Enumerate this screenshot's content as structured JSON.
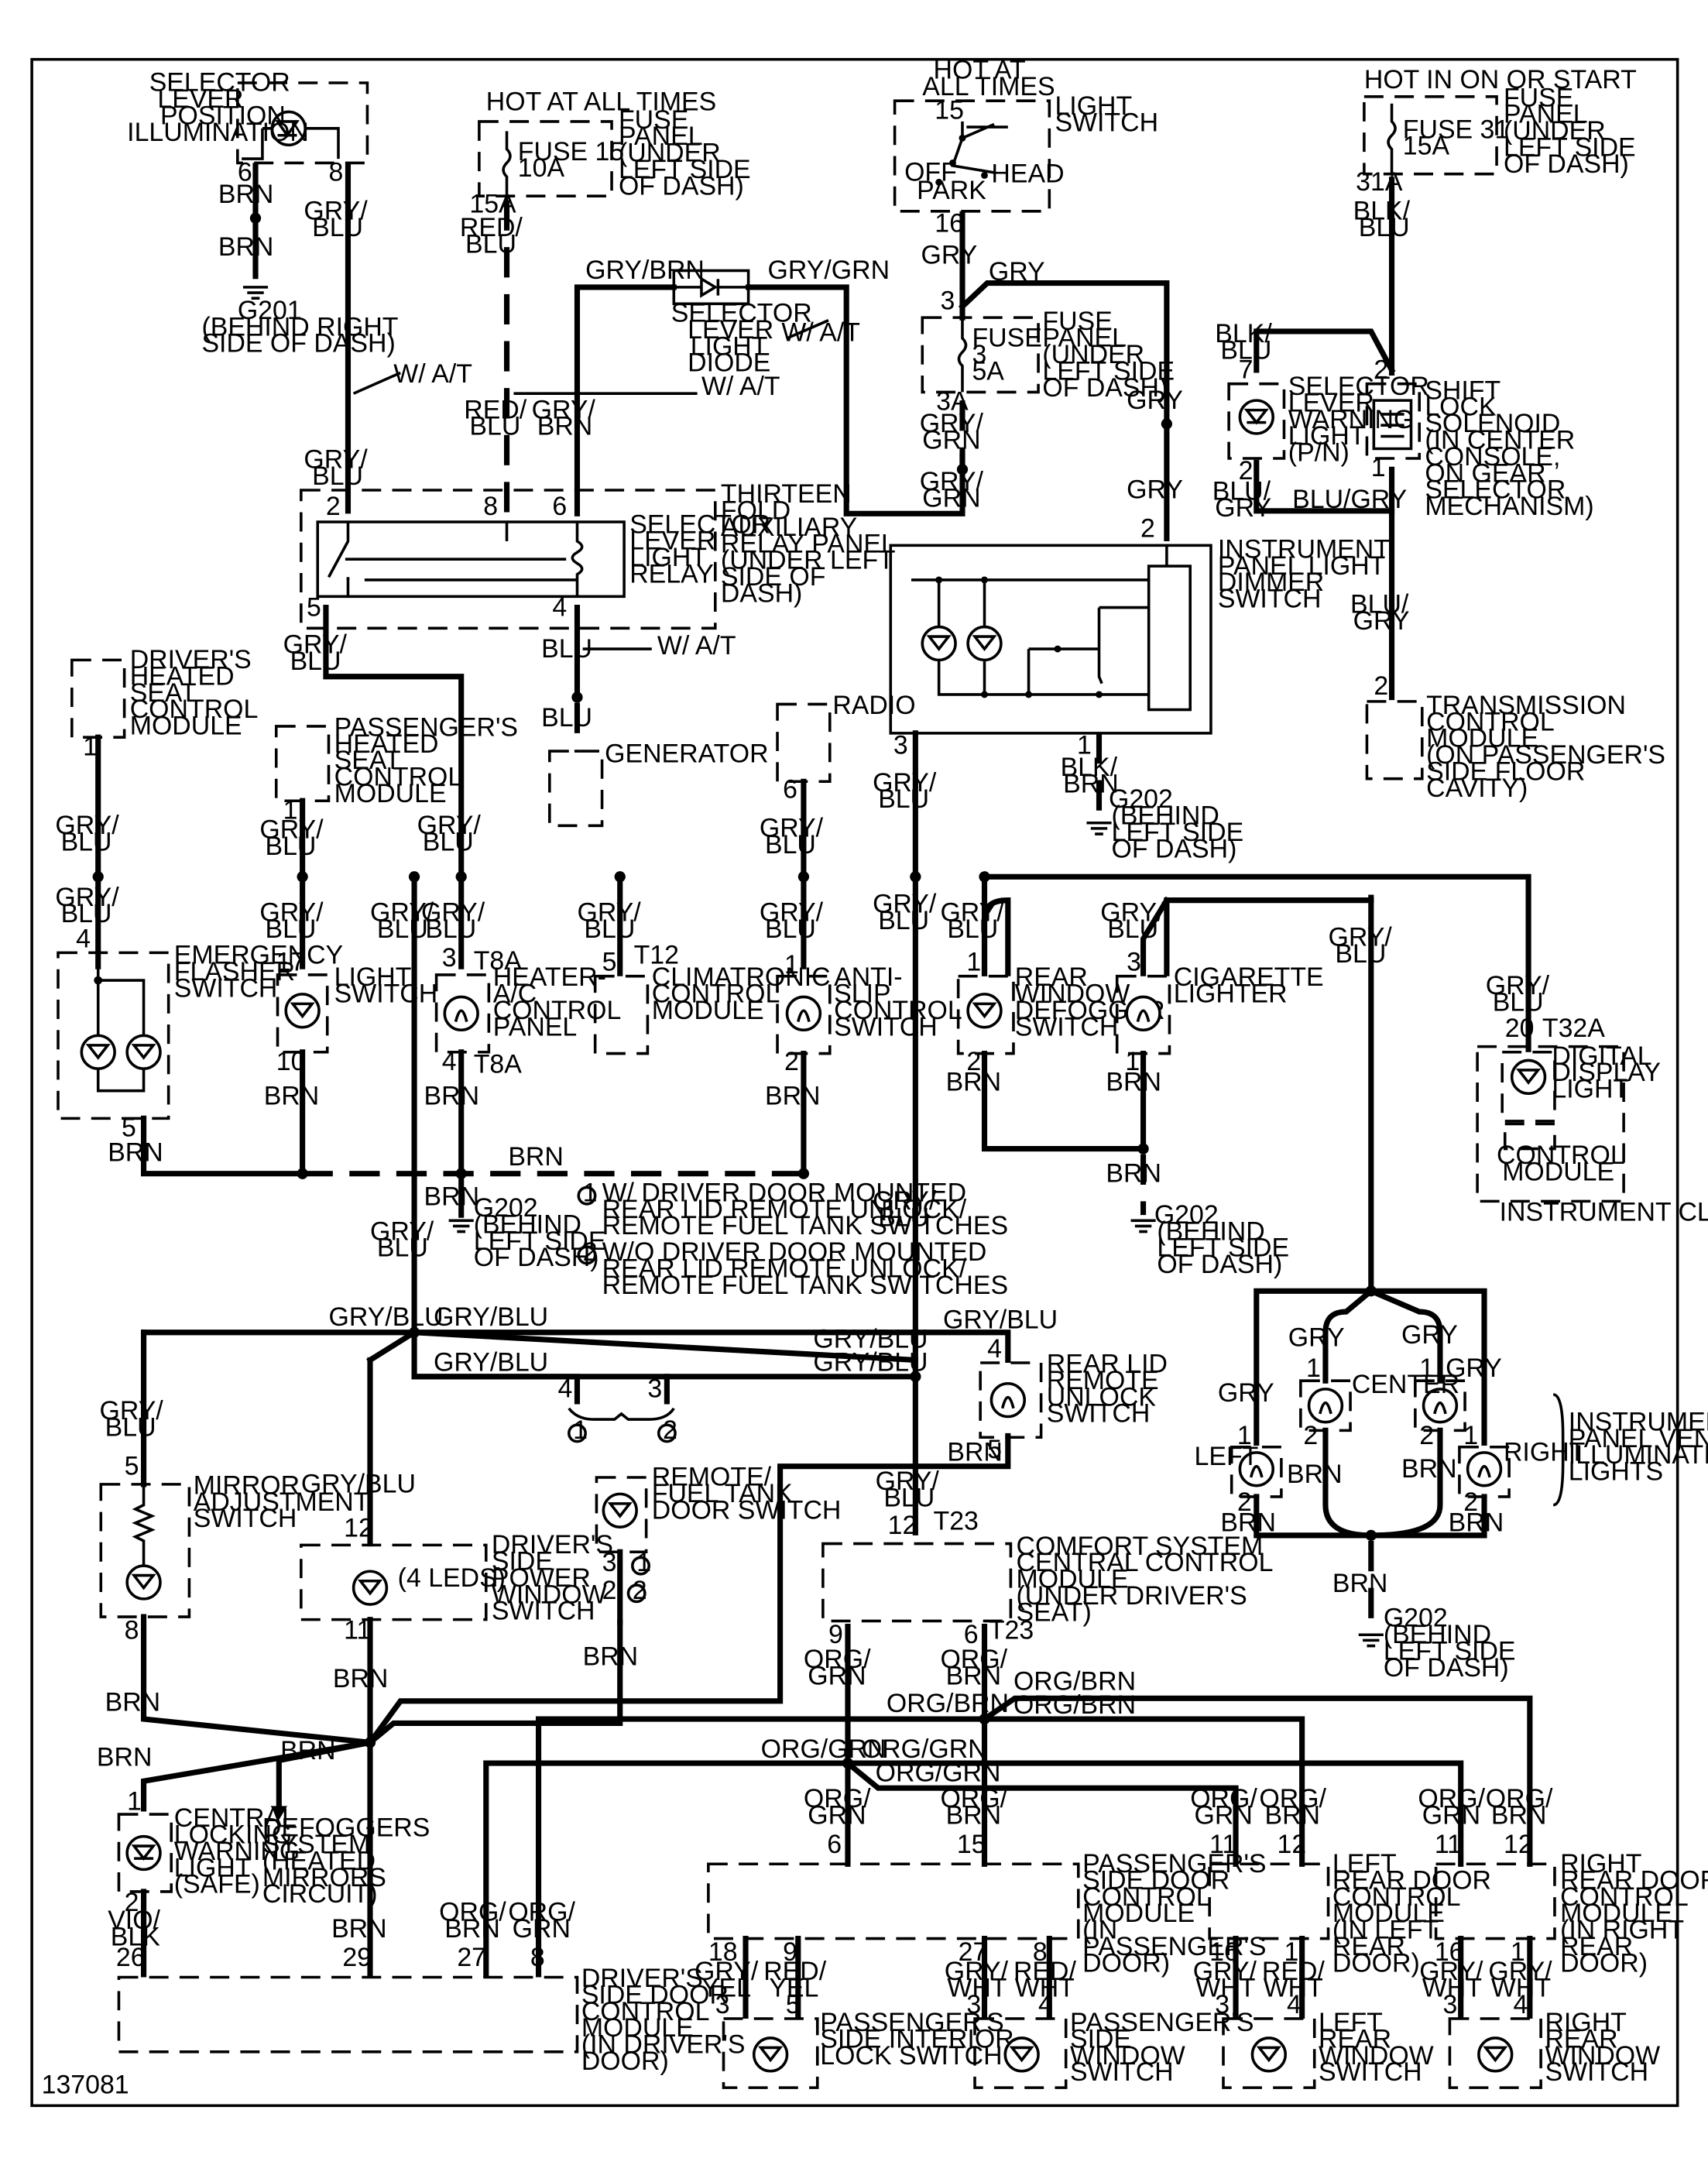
{
  "diagram_id": "137081",
  "labels": {
    "sel_illum": [
      "SELECTOR",
      "LEVER",
      "POSITION",
      "ILLUMINATION"
    ],
    "hot_all_1": "HOT AT ALL TIMES",
    "fuse_panel_1": [
      "FUSE",
      "PANEL",
      "(UNDER",
      "LEFT SIDE",
      "OF DASH)"
    ],
    "fuse15": [
      "FUSE 15",
      "10A"
    ],
    "hot_all_2": [
      "HOT AT",
      "ALL TIMES"
    ],
    "light_switch_top": [
      "LIGHT",
      "SWITCH"
    ],
    "off": "OFF",
    "park": "PARK",
    "head": "HEAD",
    "hot_on_start": "HOT IN ON OR START",
    "fuse_panel_4": [
      "FUSE",
      "PANEL",
      "(UNDER",
      "LEFT SIDE",
      "OF DASH)"
    ],
    "fuse31": [
      "FUSE 31",
      "15A"
    ],
    "g201": [
      "G201",
      "(BEHIND RIGHT",
      "SIDE OF DASH)"
    ],
    "sel_diode": [
      "SELECTOR",
      "LEVER",
      "LIGHT",
      "DIODE"
    ],
    "fuse_panel_3": [
      "FUSE",
      "PANEL",
      "(UNDER",
      "LEFT SIDE",
      "OF DASH)"
    ],
    "fuse3": [
      "FUSE",
      "3",
      "5A"
    ],
    "sel_warn": [
      "SELECTOR",
      "LEVER",
      "WARNING",
      "LIGHT",
      "(P/N)"
    ],
    "shift_lock": [
      "SHIFT",
      "LOCK",
      "SOLENOID",
      "(IN CENTER",
      "CONSOLE,",
      "ON GEAR",
      "SELECTOR",
      "MECHANISM)"
    ],
    "relay": [
      "SELECTOR",
      "LEVER",
      "LIGHT",
      "RELAY"
    ],
    "relay_panel": [
      "THIRTEEN",
      "FOLD",
      "AUXILIARY",
      "RELAY PANEL",
      "(UNDER LEFT",
      "SIDE OF",
      "DASH)"
    ],
    "dimmer": [
      "INSTRUMENT",
      "PANEL LIGHT",
      "DIMMER",
      "SWITCH"
    ],
    "tcm": [
      "TRANSMISSION",
      "CONTROL",
      "MODULE",
      "(ON PASSENGER'S",
      "SIDE FLOOR",
      "CAVITY)"
    ],
    "drv_seat": [
      "DRIVER'S",
      "HEATED",
      "SEAT",
      "CONTROL",
      "MODULE"
    ],
    "pass_seat": [
      "PASSENGER'S",
      "HEATED",
      "SEAT",
      "CONTROL",
      "MODULE"
    ],
    "generator": "GENERATOR",
    "radio": "RADIO",
    "g202_a": [
      "G202",
      "(BEHIND",
      "LEFT SIDE",
      "OF DASH)"
    ],
    "emerg": [
      "EMERGENCY",
      "FLASHER",
      "SWITCH"
    ],
    "light_sw2": [
      "LIGHT",
      "SWITCH"
    ],
    "heater": [
      "HEATER-",
      "A/C",
      "CONTROL",
      "PANEL"
    ],
    "climatronic": [
      "CLIMATRONIC",
      "CONTROL",
      "MODULE"
    ],
    "antislip": [
      "ANTI-",
      "SLIP",
      "CONTROL",
      "SWITCH"
    ],
    "rear_def": [
      "REAR",
      "WINDOW",
      "DEFOGGER",
      "SWITCH"
    ],
    "cig": [
      "CIGARETTE",
      "LIGHTER"
    ],
    "digital": [
      "DIGITAL",
      "DISPLAY",
      "LIGHT"
    ],
    "control_module": [
      "CONTROL",
      "MODULE"
    ],
    "inst_cluster": "INSTRUMENT CLUSTER",
    "g202_b": [
      "G202",
      "(BEHIND",
      "LEFT SIDE",
      "OF DASH)"
    ],
    "g202_c": [
      "G202",
      "(BEHIND",
      "LEFT SIDE",
      "OF DASH)"
    ],
    "note1": [
      "W/ DRIVER DOOR MOUNTED",
      "REAR LID REMOTE UNLOCK/",
      "REMOTE FUEL TANK SWITCHES"
    ],
    "note2": [
      "W/O DRIVER DOOR MOUNTED",
      "REAR LID REMOTE UNLOCK/",
      "REMOTE FUEL TANK SWITCHES"
    ],
    "vent_lights": [
      "INSTRUMENT",
      "PANEL VENT",
      "ILLUMINATION",
      "LIGHTS"
    ],
    "left": "LEFT",
    "center": "CENTER",
    "right": "RIGHT",
    "rear_lid": [
      "REAR LID",
      "REMOTE",
      "UNLOCK",
      "SWITCH"
    ],
    "mirror": [
      "MIRROR",
      "ADJUSTMENT",
      "SWITCH"
    ],
    "remote_fuel": [
      "REMOTE/",
      "FUEL TANK",
      "DOOR SWITCH"
    ],
    "drv_window": [
      "DRIVER'S",
      "SIDE",
      "POWER",
      "WINDOW",
      "SWITCH"
    ],
    "leds4": "(4 LEDS)",
    "comfort": [
      "COMFORT SYSTEM",
      "CENTRAL CONTROL",
      "MODULE",
      "(UNDER DRIVER'S",
      "SEAT)"
    ],
    "central_lock": [
      "CENTRAL",
      "LOCKING",
      "WARNING",
      "LIGHT",
      "(SAFE)"
    ],
    "defoggers": [
      "DEFOGGERS",
      "SYSTEM",
      "(HEATED",
      "MIRRORS",
      "CIRCUIT)"
    ],
    "pass_door": [
      "PASSENGER'S",
      "SIDE DOOR",
      "CONTROL",
      "MODULE",
      "(IN",
      "PASSENGER'S",
      "DOOR)"
    ],
    "left_rear_door": [
      "LEFT",
      "REAR DOOR",
      "CONTROL",
      "MODULE",
      "(IN LEFT",
      "REAR",
      "DOOR)"
    ],
    "right_rear_door": [
      "RIGHT",
      "REAR DOOR",
      "CONTROL",
      "MODULE",
      "(IN RIGHT",
      "REAR",
      "DOOR)"
    ],
    "drv_door": [
      "DRIVER'S",
      "SIDE DOOR",
      "CONTROL",
      "MODULE",
      "(IN DRIVER'S",
      "DOOR)"
    ],
    "pass_lock": [
      "PASSENGER'S",
      "SIDE INTERIOR",
      "LOCK SWITCH"
    ],
    "pass_window": [
      "PASSENGER'S",
      "SIDE",
      "WINDOW",
      "SWITCH"
    ],
    "left_rear_window": [
      "LEFT",
      "REAR",
      "WINDOW",
      "SWITCH"
    ],
    "right_rear_window": [
      "RIGHT",
      "REAR",
      "WINDOW",
      "SWITCH"
    ],
    "connectors": {
      "t8a_1": "T8A",
      "t8a_2": "T8A",
      "t12": "T12",
      "t32a": "T32A",
      "t23_1": "T23",
      "t23_2": "T23"
    },
    "wat_1": "W/ A/T",
    "wat_2": "W/ A/T",
    "wat_3": "W/ A/T",
    "wat_4": "W/ A/T"
  },
  "wire_colors": {
    "brn": "BRN",
    "gry_blu": [
      "GRY/",
      "BLU"
    ],
    "gry_blu_h": "GRY/BLU",
    "red_blu": [
      "RED/",
      "BLU"
    ],
    "gry_brn": [
      "GRY/",
      "BRN"
    ],
    "gry_brn_h": "GRY/BRN",
    "gry_grn_h": "GRY/GRN",
    "gry_grn": [
      "GRY/",
      "GRN"
    ],
    "gry": "GRY",
    "blk_blu": [
      "BLK/",
      "BLU"
    ],
    "blu_gry": [
      "BLU/",
      "GRY"
    ],
    "blu_gry_h": "BLU/GRY",
    "blu": "BLU",
    "blk_brn": [
      "BLK/",
      "BRN"
    ],
    "org_grn": [
      "ORG/",
      "GRN"
    ],
    "org_brn": [
      "ORG/",
      "BRN"
    ],
    "org_brn_h": "ORG/BRN",
    "org_grn_h": "ORG/GRN",
    "vio_blk": [
      "VIO/",
      "BLK"
    ],
    "gry_yel": [
      "GRY/",
      "YEL"
    ],
    "red_yel": [
      "RED/",
      "YEL"
    ],
    "gry_wht": [
      "GRY/",
      "WHT"
    ],
    "red_wht": [
      "RED/",
      "WHT"
    ]
  }
}
